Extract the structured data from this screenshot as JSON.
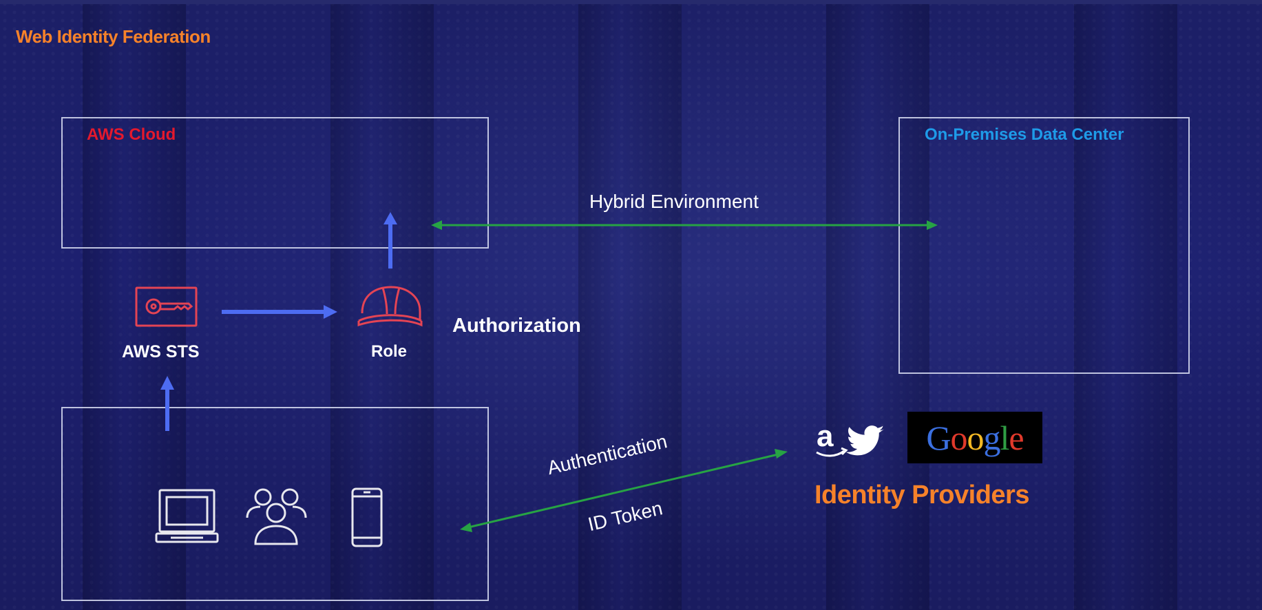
{
  "title": "Web Identity Federation",
  "aws_cloud": {
    "label": "AWS Cloud",
    "color": "#e4192d"
  },
  "on_premises": {
    "label": "On-Premises Data Center",
    "color": "#1e9be8"
  },
  "hybrid_label": "Hybrid Environment",
  "sts_label": "AWS STS",
  "role_label": "Role",
  "authorization_label": "Authorization",
  "authentication_label": "Authentication",
  "id_token_label": "ID Token",
  "identity_providers": {
    "label": "Identity Providers",
    "color": "#f6822a",
    "providers": [
      "amazon-icon",
      "twitter-icon",
      "Google"
    ]
  },
  "google_letters": [
    {
      "ch": "G",
      "color": "#3b6fe0"
    },
    {
      "ch": "o",
      "color": "#e0392b"
    },
    {
      "ch": "o",
      "color": "#f2b824"
    },
    {
      "ch": "g",
      "color": "#3b6fe0"
    },
    {
      "ch": "l",
      "color": "#2f9e44"
    },
    {
      "ch": "e",
      "color": "#e0392b"
    }
  ],
  "colors": {
    "accent_orange": "#f6822a",
    "arrow_blue": "#4d6cf2",
    "arrow_green": "#27a344",
    "icon_red": "#e44454",
    "icon_white": "#e8e8ee"
  }
}
